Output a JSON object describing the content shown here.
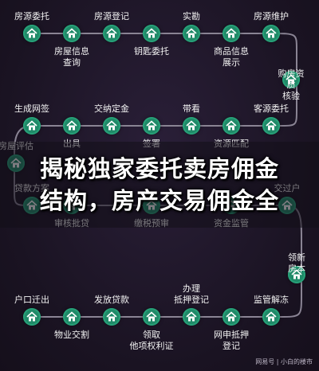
{
  "steps": [
    {
      "label": "房源委托"
    },
    {
      "label": "房屋信息\n查询"
    },
    {
      "label": "房源登记"
    },
    {
      "label": "钥匙委托"
    },
    {
      "label": "实勘"
    },
    {
      "label": "商品信息\n展示"
    },
    {
      "label": "房源维护"
    },
    {
      "label": "购房资质\n核验"
    },
    {
      "label": "客源委托"
    },
    {
      "label": "资源匹配"
    },
    {
      "label": "带看"
    },
    {
      "label": "签署"
    },
    {
      "label": "交纳定金"
    },
    {
      "label": "出具"
    },
    {
      "label": "生成网签"
    },
    {
      "label": "房屋评估"
    },
    {
      "label": "贷款方案"
    },
    {
      "label": "审核批贷"
    },
    {
      "label": "缴税预审"
    },
    {
      "label": "资金监管"
    },
    {
      "label": "交过户"
    },
    {
      "label": "领新房本"
    },
    {
      "label": "监管解冻"
    },
    {
      "label": "网申抵押\n登记"
    },
    {
      "label": "办理\n抵押登记"
    },
    {
      "label": "领取\n他项权利证"
    },
    {
      "label": "发放贷款"
    },
    {
      "label": "物业交割"
    },
    {
      "label": "户口迁出"
    }
  ],
  "headline": {
    "line1": "揭秘独家委托卖房佣金",
    "line2": "结构，房产交易佣金全"
  },
  "watermark": "网易号 | 小白的楼市",
  "colors": {
    "node": "#1f8a68",
    "line": "#8a8494",
    "bg": "#1d1526"
  }
}
